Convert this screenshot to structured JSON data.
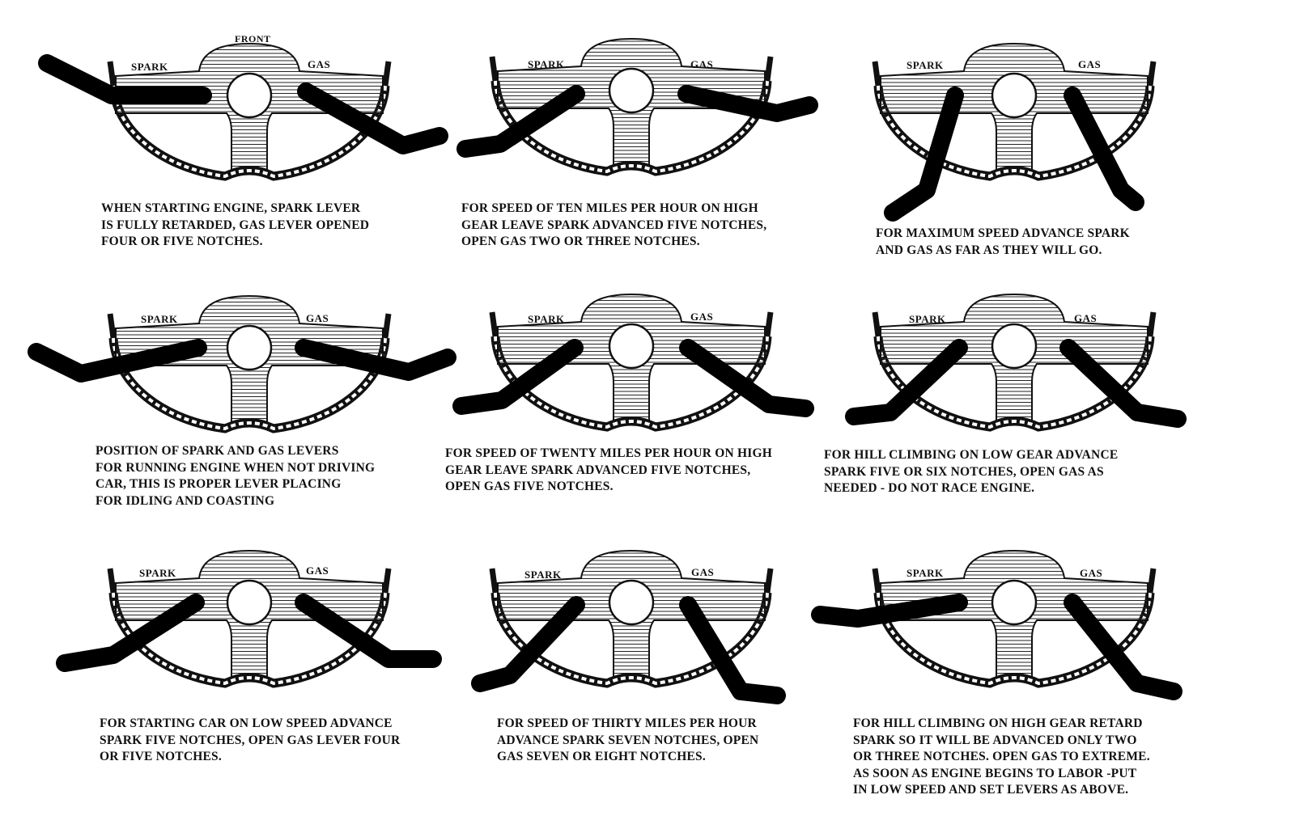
{
  "front_label": "FRONT",
  "panels": [
    {
      "spark": "SPARK",
      "gas": "GAS",
      "caption": [
        "WHEN STARTING ENGINE, SPARK LEVER",
        "IS FULLY RETARDED, GAS LEVER OPENED",
        "FOUR OR FIVE NOTCHES."
      ]
    },
    {
      "spark": "SPARK",
      "gas": "GAS",
      "caption": [
        "FOR SPEED OF TEN MILES PER HOUR ON HIGH",
        "GEAR LEAVE SPARK ADVANCED FIVE NOTCHES,",
        "OPEN GAS TWO OR THREE NOTCHES."
      ]
    },
    {
      "spark": "SPARK",
      "gas": "GAS",
      "caption": [
        "FOR MAXIMUM SPEED ADVANCE SPARK",
        "AND GAS AS FAR AS THEY WILL GO."
      ]
    },
    {
      "spark": "SPARK",
      "gas": "GAS",
      "caption": [
        "POSITION OF SPARK AND GAS LEVERS",
        "FOR RUNNING ENGINE WHEN NOT DRIVING",
        "CAR, THIS IS PROPER LEVER PLACING",
        "FOR IDLING AND COASTING"
      ]
    },
    {
      "spark": "SPARK",
      "gas": "GAS",
      "caption": [
        "FOR SPEED OF TWENTY MILES PER HOUR ON HIGH",
        "GEAR LEAVE SPARK ADVANCED FIVE NOTCHES,",
        "OPEN GAS FIVE NOTCHES."
      ]
    },
    {
      "spark": "SPARK",
      "gas": "GAS",
      "caption": [
        "FOR HILL CLIMBING ON LOW GEAR ADVANCE",
        "SPARK FIVE OR SIX NOTCHES, OPEN GAS AS",
        "NEEDED - DO NOT RACE ENGINE."
      ]
    },
    {
      "spark": "SPARK",
      "gas": "GAS",
      "caption": [
        "FOR STARTING CAR ON LOW SPEED ADVANCE",
        "SPARK FIVE NOTCHES, OPEN GAS LEVER FOUR",
        "OR FIVE NOTCHES."
      ]
    },
    {
      "spark": "SPARK",
      "gas": "GAS",
      "caption": [
        "FOR SPEED OF THIRTY MILES PER HOUR",
        "ADVANCE SPARK SEVEN NOTCHES, OPEN",
        "GAS SEVEN OR EIGHT NOTCHES."
      ]
    },
    {
      "spark": "SPARK",
      "gas": "GAS",
      "caption": [
        "FOR HILL CLIMBING ON HIGH GEAR RETARD",
        "SPARK SO IT WILL BE ADVANCED ONLY TWO",
        "OR THREE NOTCHES. OPEN GAS TO EXTREME.",
        "AS SOON AS ENGINE BEGINS TO LABOR -PUT",
        "IN LOW SPEED AND SET LEVERS AS ABOVE."
      ]
    }
  ]
}
